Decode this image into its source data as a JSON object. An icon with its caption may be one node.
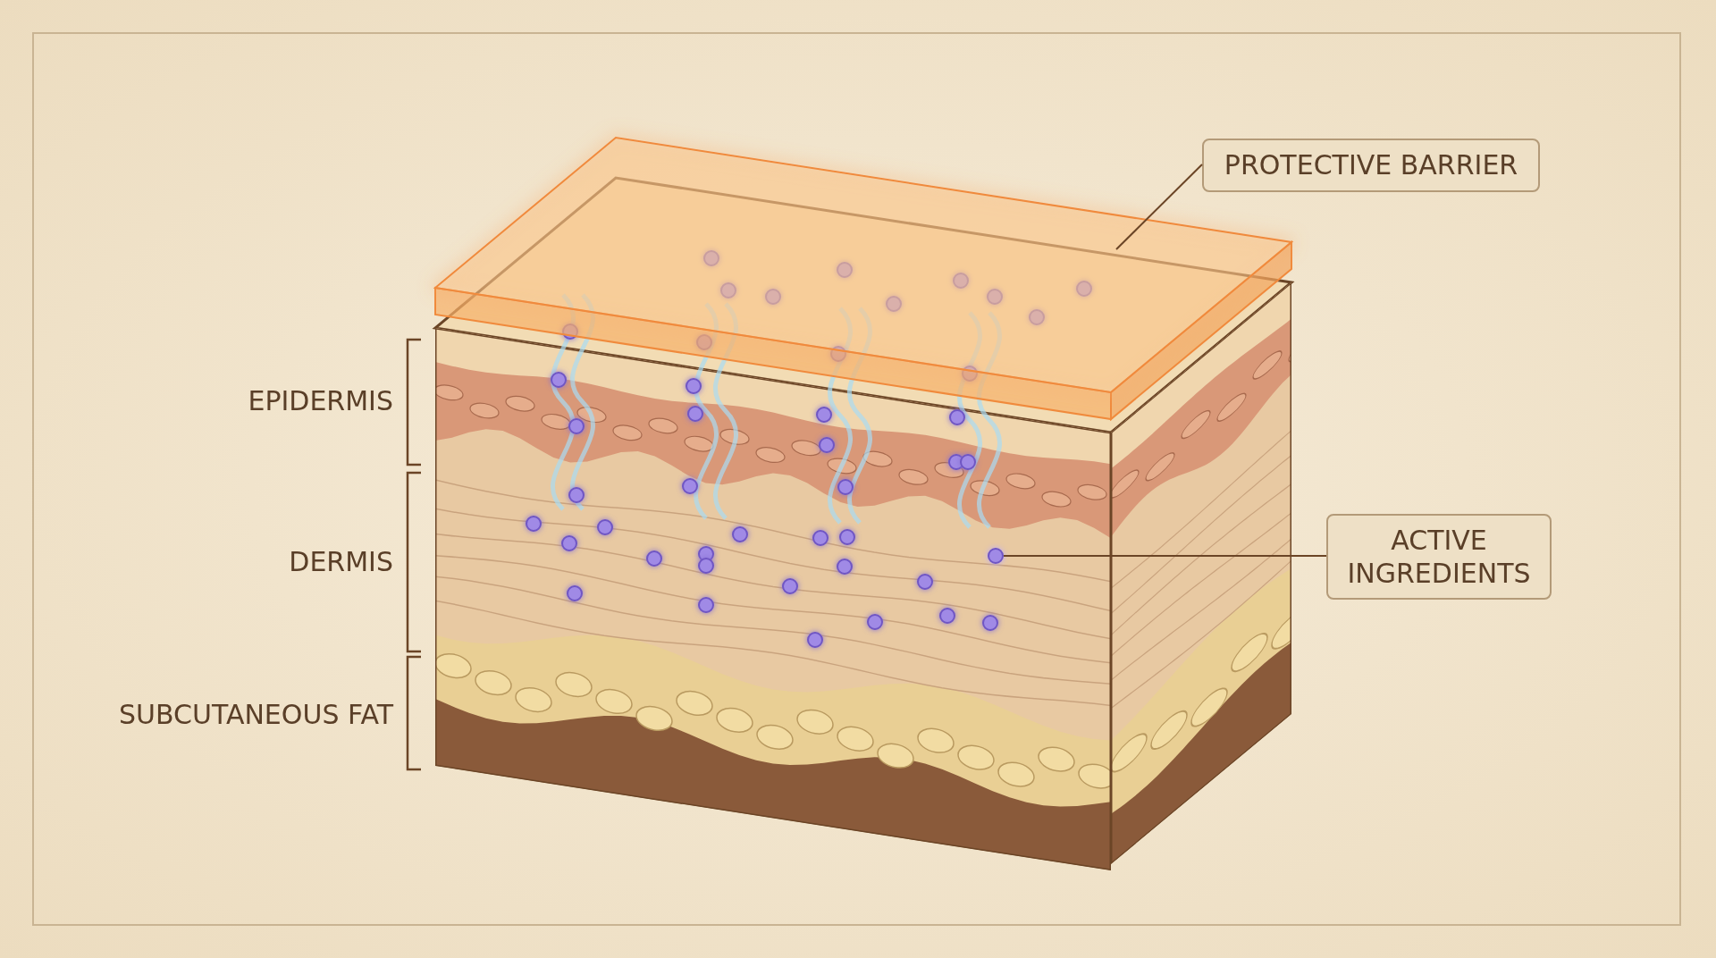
{
  "diagram": {
    "nodes": [
      {
        "text": [
          "PROTECTIVE BARRIER"
        ]
      },
      {
        "text": [],
        "shape": "box"
      },
      {
        "text": [
          "ACTIVE INGREDIENTS"
        ]
      },
      {
        "text": [],
        "shape": "circle"
      }
    ],
    "edges": [
      {
        "from": 0,
        "to": 1,
        "arrow": "none"
      },
      {
        "from": 2,
        "to": 3,
        "arrow": "none"
      }
    ],
    "labels": [
      "EPIDERMIS",
      "DERMIS",
      "SUBCUTANEOUS FAT"
    ]
  }
}
